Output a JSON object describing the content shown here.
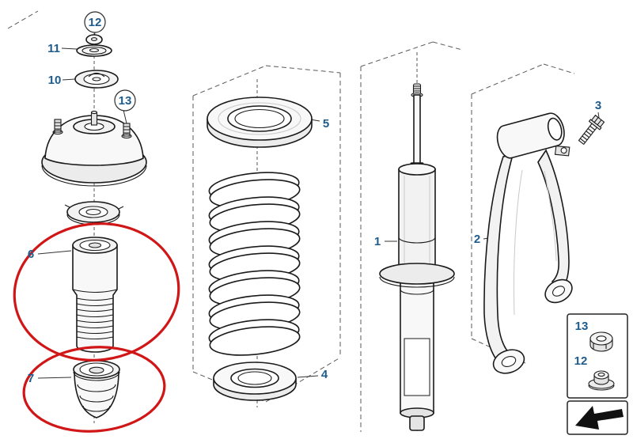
{
  "diagram": {
    "type": "exploded-parts-diagram",
    "subject": "Front suspension spring strut assembly exploded view",
    "colors": {
      "callout_text": "#1e5c8e",
      "line": "#1a1a1a",
      "construction_line": "#555555",
      "highlight": "#d01616",
      "background": "#ffffff"
    },
    "callouts": {
      "part1": "1",
      "part2": "2",
      "part3": "3",
      "part4": "4",
      "part5": "5",
      "part6": "6",
      "part7": "7",
      "part10": "10",
      "part11": "11",
      "part12": "12",
      "part13": "13"
    },
    "highlighted_callouts": [
      "6",
      "7"
    ],
    "inset": {
      "label_13": "13",
      "label_12": "12"
    }
  }
}
